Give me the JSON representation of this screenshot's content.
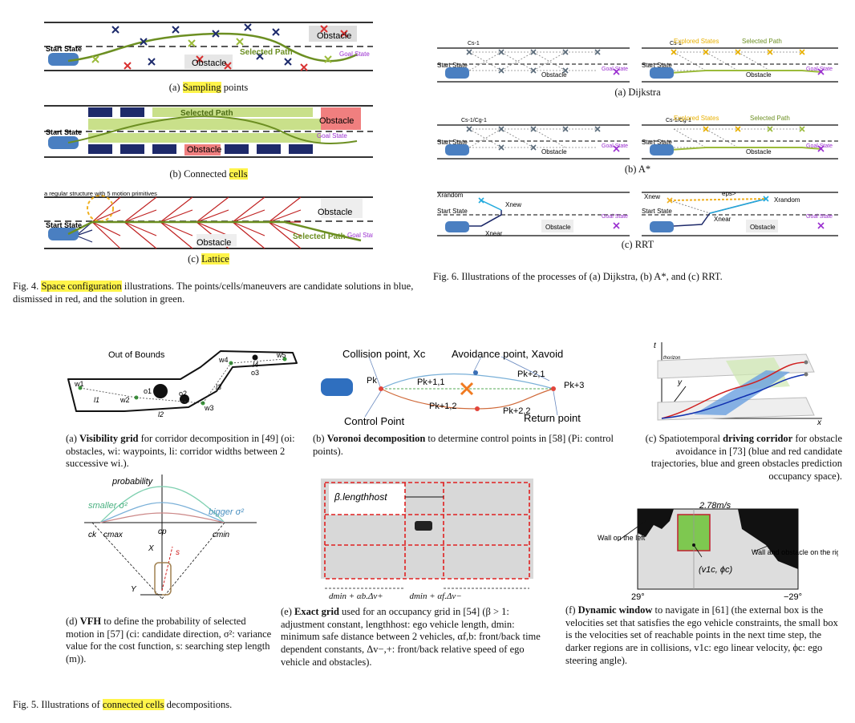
{
  "fig4": {
    "a_labels": {
      "start": "Start State",
      "obstacle1": "Obstacle",
      "obstacle2": "Obstacle",
      "selected": "Selected Path",
      "goal": "Goal State"
    },
    "a_caption_pre": "(a) ",
    "a_caption_hl": "Sampling",
    "a_caption_post": " points",
    "b_labels": {
      "start": "Start State",
      "obstacle1": "Obstacle",
      "obstacle2": "Obstacle",
      "selected": "Selected Path",
      "goal": "Goal State"
    },
    "b_caption_pre": "(b) Connected ",
    "b_caption_hl": "cells",
    "c_labels": {
      "note": "a regular structure with 5 motion primitives",
      "start": "Start State",
      "obstacle1": "Obstacle",
      "obstacle2": "Obstacle",
      "selected": "Selected Path",
      "goal": "Goal State"
    },
    "c_caption_pre": "(c) ",
    "c_caption_hl": "Lattice",
    "caption_pre": "Fig. 4. ",
    "caption_hl": "Space configuration",
    "caption_post": " illustrations. The points/cells/maneuvers are candidate solutions in blue, dismissed in red, and the solution in green."
  },
  "fig6": {
    "dijkstra": {
      "left_c": "Cs-1",
      "right_c": "Cs-1",
      "start": "Start State",
      "obstacle": "Obstacle",
      "goal": "Goal State",
      "explored": "Explored States",
      "selected": "Selected Path",
      "caption": "(a) Dijkstra"
    },
    "astar": {
      "left_c": "Cs-1/Cg-1",
      "right_c": "Cs-1/Cg-1",
      "start": "Start State",
      "obstacle": "Obstacle",
      "goal": "Goal State",
      "explored": "Explored States",
      "selected": "Selected Path",
      "caption": "(b) A*"
    },
    "rrt": {
      "xrandom": "Xrandom",
      "xnew": "Xnew",
      "xnear": "Xnear",
      "eps": "eps>",
      "start": "Start State",
      "obstacle": "Obstacle",
      "goal": "Goal State",
      "caption": "(c) RRT"
    },
    "caption": "Fig. 6. Illustrations of the processes of (a) Dijkstra, (b) A*, and (c) RRT."
  },
  "fig5": {
    "a": {
      "title": "Out of Bounds",
      "w1": "w1",
      "w2": "w2",
      "w3": "w3",
      "w4": "w4",
      "w5": "w5",
      "o1": "o1",
      "o2": "o2",
      "o3": "o3",
      "l1": "l1",
      "l2": "l2",
      "l3": "l3",
      "l4": "l4",
      "cap_pre": "(a) ",
      "cap_bold": "Visibility grid",
      "cap_post": " for corridor decomposition in [49] (oi: obstacles, wi: waypoints, li: corridor widths between 2 successive wi.)."
    },
    "b": {
      "collision": "Collision point, Xc",
      "avoidance": "Avoidance point, Xavoid",
      "pk": "Pk",
      "pk11": "Pk+1,1",
      "pk12": "Pk+1,2",
      "pk21": "Pk+2,1",
      "pk22": "Pk+2,2",
      "pk3": "Pk+3",
      "control": "Control Point",
      "return": "Return point",
      "cap_pre": "(b) ",
      "cap_bold": "Voronoi decomposition",
      "cap_post": " to determine control points in [58] (Pi: control points)."
    },
    "c": {
      "t": "t",
      "horizon": "thorizon",
      "y": "y",
      "x": "x",
      "cap_pre": "(c) Spatiotemporal ",
      "cap_bold": "driving corridor",
      "cap_post": " for obstacle avoidance in [73] (blue and red candidate trajectories, blue and green obstacles prediction occupancy space)."
    },
    "d": {
      "probability": "probability",
      "smaller": "smaller σ²",
      "bigger": "bigger σ²",
      "ck": "ck",
      "cmax": "cmax",
      "cp": "cp",
      "cmin": "cmin",
      "X": "X",
      "Y": "Y",
      "s": "s",
      "cap_pre": "(d) ",
      "cap_bold": "VFH",
      "cap_post": " to define the probability of selected motion in [57] (ci: candidate direction, σ²: variance value for the cost function, s: searching step length (m))."
    },
    "e": {
      "beta": "β.lengthhost",
      "dleft": "dmin + αb.Δv+",
      "dright": "dmin + αf.Δv−",
      "cap_pre": "(e) ",
      "cap_bold": "Exact grid",
      "cap_post": " used for an occupancy grid in [54] (β > 1: adjustment constant, lengthhost: ego vehicle length, dmin: minimum safe distance between 2 vehicles, αf,b: front/back time dependent constants, Δv−,+: front/back relative speed of ego vehicle and obstacles)."
    },
    "f": {
      "speed": "2.78m/s",
      "wall_left": "Wall on the left",
      "wall_right": "Wall and obstacle on the right",
      "v": "(v1c, ϕc)",
      "deg_left": "29°",
      "deg_right": "−29°",
      "cap_pre": "(f) ",
      "cap_bold": "Dynamic window",
      "cap_post": " to navigate in [61] (the external box is the velocities set that satisfies the ego vehicle constraints, the small box is the velocities set of reachable points in the next time step, the darker regions are in collisions, v1c: ego linear velocity, ϕc: ego steering angle)."
    },
    "caption_pre": "Fig. 5. Illustrations of ",
    "caption_hl": "connected cells",
    "caption_post": " decompositions."
  }
}
